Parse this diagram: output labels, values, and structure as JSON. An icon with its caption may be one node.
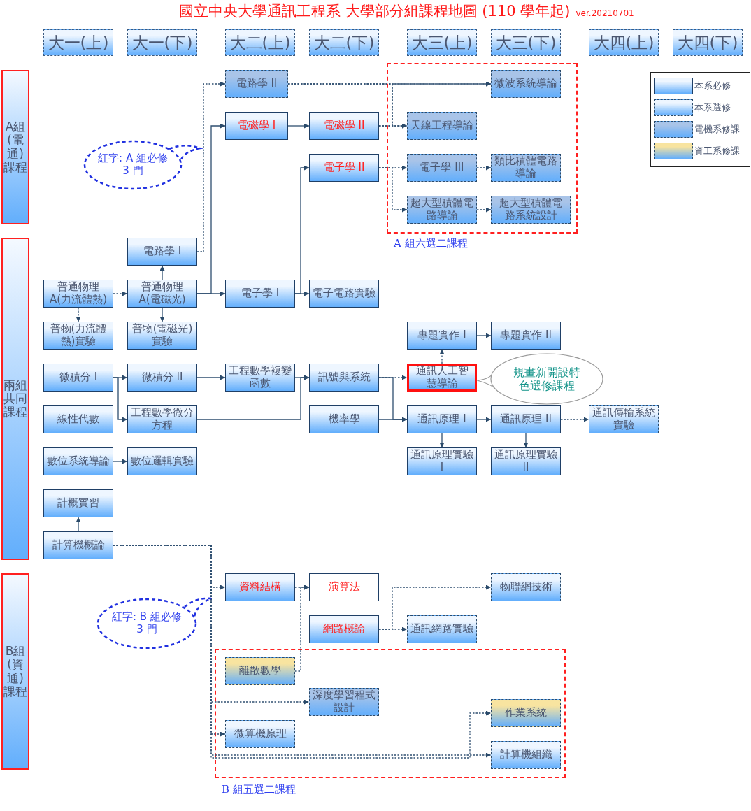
{
  "diagram": {
    "title": "國立中央大學通訊工程系 大學部分組課程地圖 (110 學年起)",
    "nodes": [
      {
        "text": [
          "大一(上)"
        ]
      },
      {
        "text": [
          "大一(下)"
        ]
      },
      {
        "text": [
          "大二(上)"
        ]
      },
      {
        "text": [
          "大二(下)"
        ]
      },
      {
        "text": [
          "大三(上)"
        ]
      },
      {
        "text": [
          "大三(下)"
        ]
      },
      {
        "text": [
          "大四(上)"
        ]
      },
      {
        "text": [
          "大四(下)"
        ]
      },
      {
        "text": [
          "A組(電通)課程"
        ]
      },
      {
        "text": [
          "A 組六選二課程"
        ]
      },
      {
        "text": [
          "電路學 II"
        ]
      },
      {
        "text": [
          "微波系統導論"
        ],
        "in": 9
      },
      {
        "text": [
          "紅字: A 組必修 3 門"
        ]
      },
      {
        "text": [
          "電磁學 I"
        ]
      },
      {
        "text": [
          "電磁學 II"
        ]
      },
      {
        "text": [
          "天線工程導論"
        ],
        "in": 9
      },
      {
        "text": [
          "電子學 II"
        ]
      },
      {
        "text": [
          "電子學 III"
        ],
        "in": 9
      },
      {
        "text": [
          "類比積體電路導論"
        ],
        "in": 9
      },
      {
        "text": [
          "超大型積體電路導論"
        ],
        "in": 9
      },
      {
        "text": [
          "超大型積體電路系統設計"
        ],
        "in": 9
      },
      {
        "text": [
          "兩組共同課程"
        ]
      },
      {
        "text": [
          "電路學 I"
        ]
      },
      {
        "text": [
          "普通物理A(力流體熱)"
        ]
      },
      {
        "text": [
          "普通物理A(電磁光)"
        ]
      },
      {
        "text": [
          "電子學 I"
        ]
      },
      {
        "text": [
          "電子電路實驗"
        ]
      },
      {
        "text": [
          "普物(力流體熱)實驗"
        ]
      },
      {
        "text": [
          "普物(電磁光)實驗"
        ]
      },
      {
        "text": [
          "專題實作 I"
        ]
      },
      {
        "text": [
          "專題實作 II"
        ]
      },
      {
        "text": [
          "微積分 I"
        ]
      },
      {
        "text": [
          "微積分 II"
        ]
      },
      {
        "text": [
          "工程數學複變函數"
        ]
      },
      {
        "text": [
          "訊號與系統"
        ]
      },
      {
        "text": [
          "通訊人工智慧導論"
        ]
      },
      {
        "text": [
          "規畫新開設特色選修課程"
        ]
      },
      {
        "text": [
          "線性代數"
        ]
      },
      {
        "text": [
          "工程數學微分方程"
        ]
      },
      {
        "text": [
          "機率學"
        ]
      },
      {
        "text": [
          "通訊原理 I"
        ]
      },
      {
        "text": [
          "通訊原理 II"
        ]
      },
      {
        "text": [
          "通訊傳輸系統實驗"
        ]
      },
      {
        "text": [
          "數位系統導論"
        ]
      },
      {
        "text": [
          "數位邏輯實驗"
        ]
      },
      {
        "text": [
          "通訊原理實驗 I"
        ]
      },
      {
        "text": [
          "通訊原理實驗 II"
        ]
      },
      {
        "text": [
          "計概實習"
        ]
      },
      {
        "text": [
          "計算機概論"
        ]
      },
      {
        "text": [
          "B組(資通)課程"
        ]
      },
      {
        "text": [
          "資料結構"
        ]
      },
      {
        "text": [
          "演算法"
        ]
      },
      {
        "text": [
          "物聯網技術"
        ]
      },
      {
        "text": [
          "紅字: B 組必修 3 門"
        ]
      },
      {
        "text": [
          "網路概論"
        ]
      },
      {
        "text": [
          "通訊網路實驗"
        ]
      },
      {
        "text": [
          "B 組五選二課程"
        ]
      },
      {
        "text": [
          "離散數學"
        ],
        "in": 56
      },
      {
        "text": [
          "深度學習程式設計"
        ],
        "in": 56
      },
      {
        "text": [
          "作業系統"
        ],
        "in": 56
      },
      {
        "text": [
          "微算機原理"
        ],
        "in": 56
      },
      {
        "text": [
          "計算機組織"
        ],
        "in": 56
      }
    ],
    "edges": [
      {
        "from": 22,
        "to": 10,
        "arrow": "to",
        "style": "dashed"
      },
      {
        "from": 10,
        "to": 11,
        "arrow": "to",
        "style": "dashed"
      },
      {
        "from": 10,
        "to": 15,
        "arrow": "to",
        "style": "dashed"
      },
      {
        "from": 14,
        "to": 11,
        "arrow": "to",
        "style": "dashed"
      },
      {
        "from": 14,
        "to": 15,
        "arrow": "to",
        "style": "dashed"
      },
      {
        "from": 24,
        "to": 13,
        "arrow": "to"
      },
      {
        "from": 24,
        "to": 25,
        "arrow": "to"
      },
      {
        "from": 13,
        "to": 14,
        "arrow": "to"
      },
      {
        "from": 25,
        "to": 16,
        "arrow": "to"
      },
      {
        "from": 25,
        "to": 26,
        "arrow": "to"
      },
      {
        "from": 16,
        "to": 17,
        "arrow": "to",
        "style": "dashed"
      },
      {
        "from": 16,
        "to": 19,
        "arrow": "to",
        "style": "dashed"
      },
      {
        "from": 17,
        "to": 18,
        "arrow": "to",
        "style": "dashed"
      },
      {
        "from": 19,
        "to": 20,
        "arrow": "to",
        "style": "dashed"
      },
      {
        "from": 23,
        "to": 24,
        "arrow": "to",
        "style": "dashed"
      },
      {
        "from": 23,
        "to": 27,
        "arrow": "to",
        "style": "dashed"
      },
      {
        "from": 24,
        "to": 22,
        "arrow": "to"
      },
      {
        "from": 24,
        "to": 28,
        "arrow": "to"
      },
      {
        "from": 29,
        "to": 30,
        "arrow": "to"
      },
      {
        "from": 35,
        "to": 29,
        "arrow": "to",
        "style": "dashed"
      },
      {
        "from": 31,
        "to": 32,
        "arrow": "to"
      },
      {
        "from": 31,
        "to": 38,
        "arrow": "to"
      },
      {
        "from": 32,
        "to": 33,
        "arrow": "to"
      },
      {
        "from": 33,
        "to": 34,
        "arrow": "to"
      },
      {
        "from": 38,
        "to": 34,
        "arrow": "to"
      },
      {
        "from": 34,
        "to": 35,
        "arrow": "to",
        "style": "dashed"
      },
      {
        "from": 34,
        "to": 40,
        "arrow": "to"
      },
      {
        "from": 39,
        "to": 40,
        "arrow": "to"
      },
      {
        "from": 40,
        "to": 41,
        "arrow": "to"
      },
      {
        "from": 41,
        "to": 42,
        "arrow": "to",
        "style": "dashed"
      },
      {
        "from": 40,
        "to": 45,
        "arrow": "to"
      },
      {
        "from": 41,
        "to": 46,
        "arrow": "to"
      },
      {
        "from": 43,
        "to": 44,
        "arrow": "to"
      },
      {
        "from": 48,
        "to": 47,
        "arrow": "to"
      },
      {
        "from": 48,
        "to": 50,
        "arrow": "to",
        "style": "dashed"
      },
      {
        "from": 48,
        "to": 58,
        "arrow": "to",
        "style": "dashed"
      },
      {
        "from": 48,
        "to": 60,
        "arrow": "to",
        "style": "dashed"
      },
      {
        "from": 48,
        "to": 61,
        "arrow": "to",
        "style": "dashed"
      },
      {
        "from": 48,
        "to": 59,
        "arrow": "to",
        "style": "dashed"
      },
      {
        "from": 50,
        "to": 51,
        "arrow": "to",
        "style": "dashed"
      },
      {
        "from": 57,
        "to": 51,
        "arrow": "to",
        "style": "dashed"
      },
      {
        "from": 54,
        "to": 55,
        "arrow": "to",
        "style": "dashed"
      },
      {
        "from": 54,
        "to": 52,
        "arrow": "to",
        "style": "dashed"
      }
    ],
    "labels": [
      "ver.20210701"
    ],
    "legend": [
      {
        "text": "本系必修",
        "color": "#eef6ff"
      },
      {
        "text": "本系選修",
        "color": "#eef6ff"
      },
      {
        "text": "電機系修課",
        "color": "#a9c4e8"
      },
      {
        "text": "資工系修課",
        "color": "#f8e4a0"
      }
    ]
  }
}
